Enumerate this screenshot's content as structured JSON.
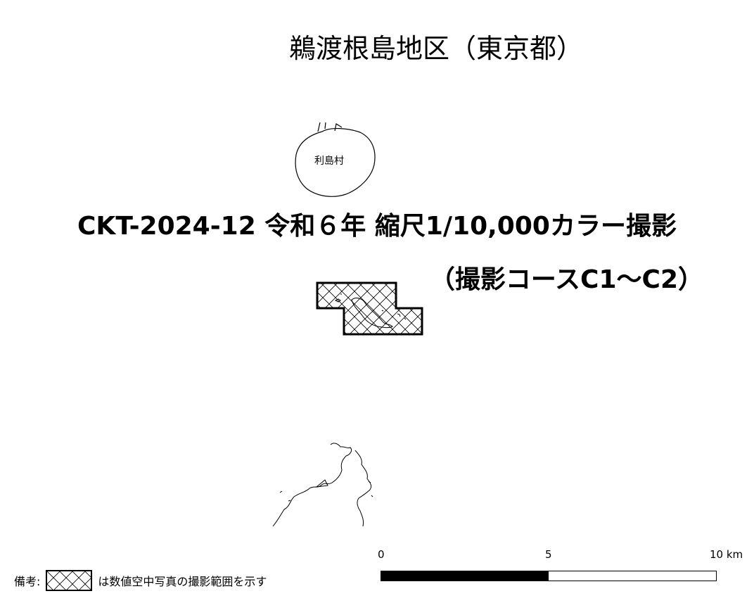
{
  "map": {
    "title": "鵜渡根島地区（東京都）",
    "survey_line": "CKT-2024-12 令和６年 縮尺1/10,000カラー撮影",
    "course_line": "（撮影コースC1〜C2）",
    "place_labels": {
      "toshima": "利島村"
    }
  },
  "scale_bar": {
    "ticks": {
      "t0": "0",
      "t5": "5",
      "t10": "10 km"
    },
    "segments": [
      {
        "color": "#000000"
      },
      {
        "color": "#ffffff"
      }
    ]
  },
  "legend": {
    "prefix": "備考:",
    "text": "は数値空中写真の撮影範囲を示す"
  },
  "colors": {
    "land_outline": "#000000",
    "coverage_outline": "#000000",
    "hatch": "#000000"
  }
}
